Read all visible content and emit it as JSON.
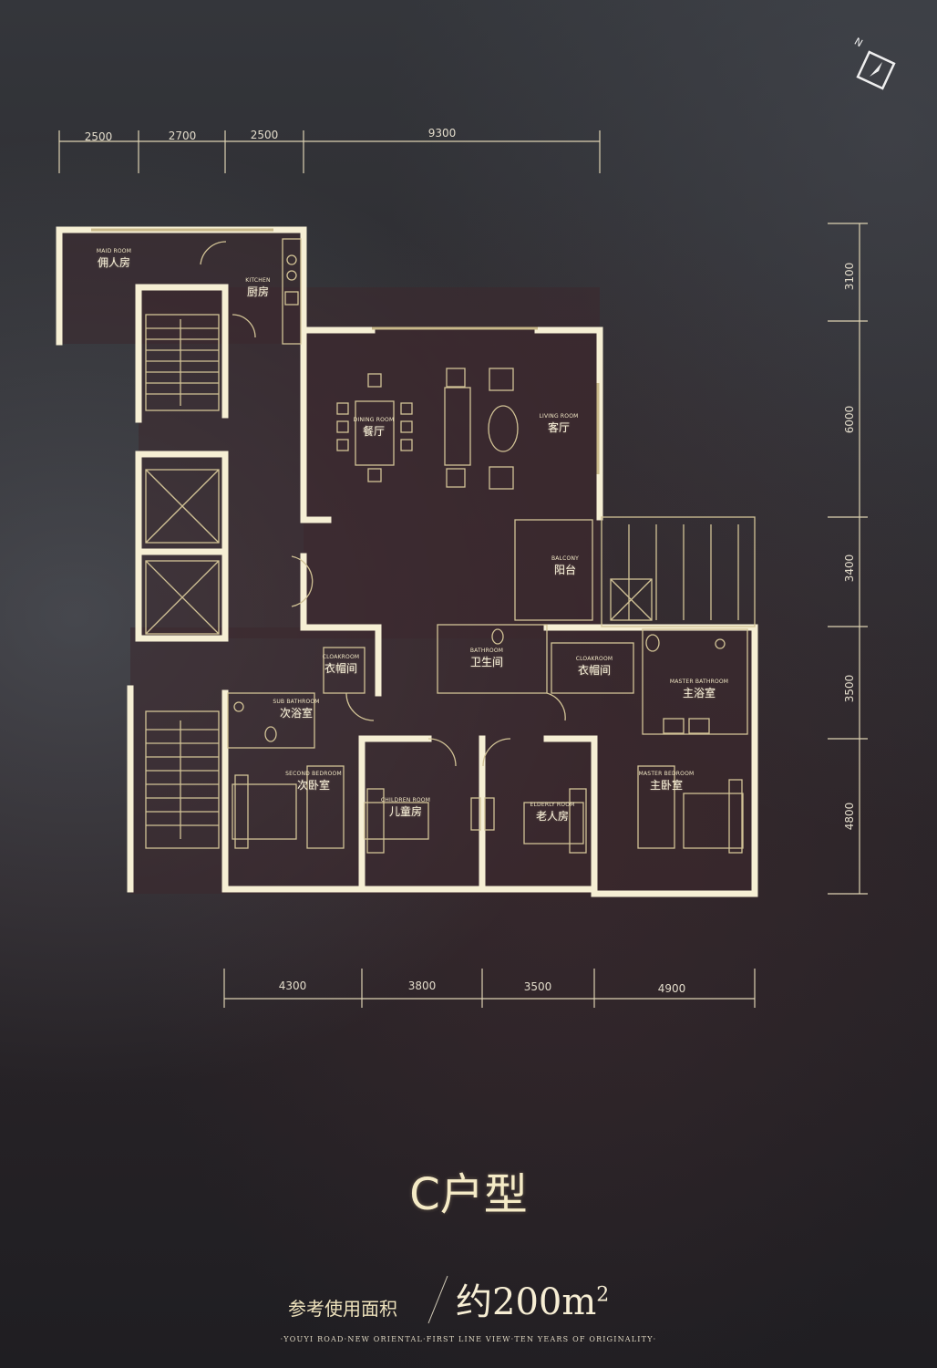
{
  "compass": {
    "label": "N"
  },
  "dimensions": {
    "top": [
      "2500",
      "2700",
      "2500",
      "9300"
    ],
    "right": [
      "3100",
      "6000",
      "3400",
      "3500",
      "4800"
    ],
    "bottom": [
      "4300",
      "3800",
      "3500",
      "4900"
    ]
  },
  "rooms": {
    "maid": {
      "en": "MAID ROOM",
      "cn": "佣人房"
    },
    "kitchen": {
      "en": "KITCHEN",
      "cn": "厨房"
    },
    "dining": {
      "en": "DINING ROOM",
      "cn": "餐厅"
    },
    "living": {
      "en": "LIVING ROOM",
      "cn": "客厅"
    },
    "balcony": {
      "en": "BALCONY",
      "cn": "阳台"
    },
    "cloakroom1": {
      "en": "CLOAKROOM",
      "cn": "衣帽间"
    },
    "bathroom": {
      "en": "BATHROOM",
      "cn": "卫生间"
    },
    "cloakroom2": {
      "en": "CLOAKROOM",
      "cn": "衣帽间"
    },
    "master_bath": {
      "en": "MASTER BATHROOM",
      "cn": "主浴室"
    },
    "sub_bath": {
      "en": "SUB BATHROOM",
      "cn": "次浴室"
    },
    "second_bed": {
      "en": "SECOND BEDROOM",
      "cn": "次卧室"
    },
    "children": {
      "en": "CHILDREN ROOM",
      "cn": "儿童房"
    },
    "elderly": {
      "en": "ELDERLY ROOM",
      "cn": "老人房"
    },
    "master_bed": {
      "en": "MASTER BEDROOM",
      "cn": "主卧室"
    }
  },
  "title": "C户型",
  "area": {
    "label": "参考使用面积",
    "value": "约200m",
    "unit_sup": "2"
  },
  "slogan": "·YOUYI ROAD·NEW ORIENTAL·FIRST LINE VIEW·TEN YEARS OF ORIGINALITY·",
  "colors": {
    "wall": "#f3ecd0",
    "line": "#c9b98a",
    "background": "#29262a"
  }
}
